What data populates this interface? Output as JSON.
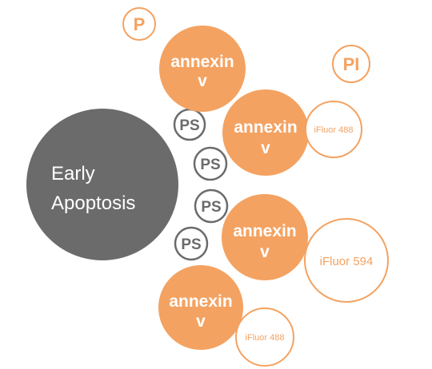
{
  "diagram": {
    "main_cell": {
      "line1": "Early",
      "line2": "Apoptosis",
      "color": "#6b6b6b"
    },
    "ps_label": "PS",
    "annexin": {
      "line1": "annexin",
      "line2": "v"
    },
    "fluor": {
      "ifluor488_a": "iFluor 488",
      "ifluor594": "iFluor 594",
      "ifluor488_b": "iFluor 488"
    },
    "free_labels": {
      "p": "P",
      "pi": "PI"
    },
    "colors": {
      "accent": "#f4a261",
      "gray": "#6b6b6b"
    }
  }
}
